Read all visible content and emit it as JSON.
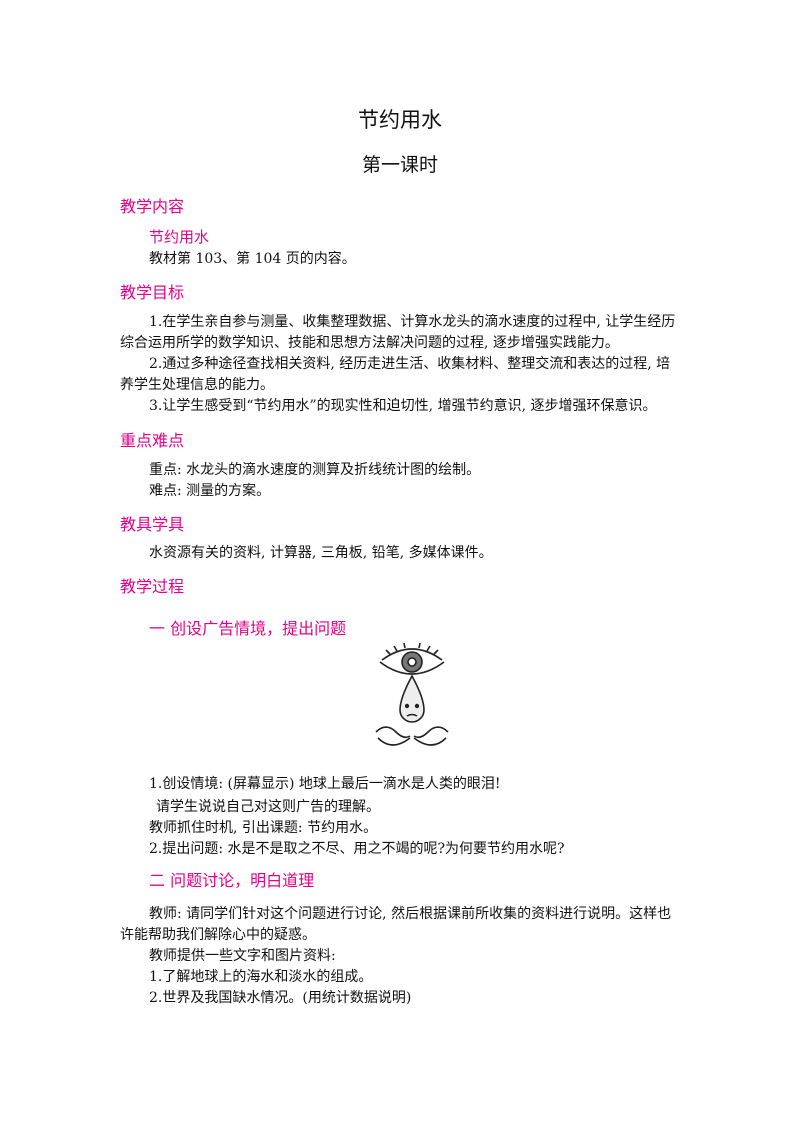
{
  "title": "节约用水",
  "subtitle": "第一课时",
  "sections": {
    "content": {
      "heading": "教学内容",
      "subheading": "节约用水",
      "text": "教材第 103、第 104 页的内容。"
    },
    "goals": {
      "heading": "教学目标",
      "lines": [
        "1.在学生亲自参与测量、收集整理数据、计算水龙头的滴水速度的过程中, 让学生经历",
        "综合运用所学的数学知识、技能和思想方法解决问题的过程, 逐步增强实践能力。",
        "2.通过多种途径查找相关资料, 经历走进生活、收集材料、整理交流和表达的过程, 培",
        "养学生处理信息的能力。",
        "3.让学生感受到“节约用水”的现实性和迫切性, 增强节约意识, 逐步增强环保意识。"
      ]
    },
    "keypoints": {
      "heading": "重点难点",
      "lines": [
        "重点: 水龙头的滴水速度的测算及折线统计图的绘制。",
        "难点: 测量的方案。"
      ]
    },
    "tools": {
      "heading": "教具学具",
      "text": "水资源有关的资料, 计算器, 三角板, 铅笔, 多媒体课件。"
    },
    "process": {
      "heading": "教学过程",
      "step1": {
        "heading": "一  创设广告情境，提出问题",
        "lines": [
          "1.创设情境: (屏幕显示) 地球上最后一滴水是人类的眼泪!",
          "请学生说说自己对这则广告的理解。",
          "教师抓住时机, 引出课题: 节约用水。",
          "2.提出问题: 水是不是取之不尽、用之不竭的呢?为何要节约用水呢?"
        ]
      },
      "step2": {
        "heading": "二  问题讨论，明白道理",
        "lines": [
          "教师: 请同学们针对这个问题进行讨论, 然后根据课前所收集的资料进行说明。这样也",
          "许能帮助我们解除心中的疑惑。",
          "教师提供一些文字和图片资料:",
          "1.了解地球上的海水和淡水的组成。",
          "2.世界及我国缺水情况。(用统计数据说明)"
        ]
      }
    }
  }
}
